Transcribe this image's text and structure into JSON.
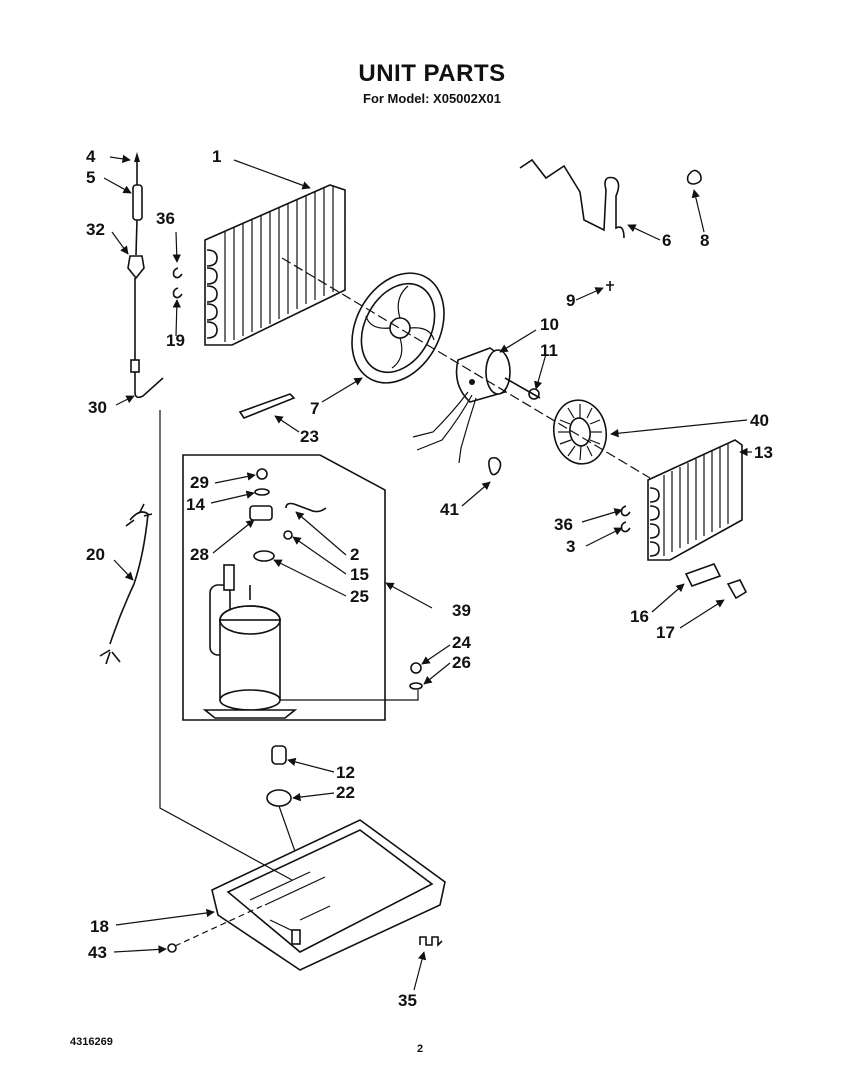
{
  "header": {
    "title": "UNIT PARTS",
    "subtitle": "For Model: X05002X01"
  },
  "footer": {
    "code": "4316269",
    "page": "2"
  },
  "callouts": {
    "c1": "1",
    "c2": "2",
    "c3": "3",
    "c4": "4",
    "c5": "5",
    "c6": "6",
    "c7": "7",
    "c8": "8",
    "c9": "9",
    "c10": "10",
    "c11": "11",
    "c12": "12",
    "c13": "13",
    "c14": "14",
    "c15": "15",
    "c16": "16",
    "c17": "17",
    "c18": "18",
    "c19": "19",
    "c20": "20",
    "c22": "22",
    "c23": "23",
    "c24": "24",
    "c25": "25",
    "c26": "26",
    "c28": "28",
    "c29": "29",
    "c30": "30",
    "c32": "32",
    "c35": "35",
    "c36a": "36",
    "c36b": "36",
    "c39": "39",
    "c40": "40",
    "c41": "41",
    "c43": "43"
  }
}
